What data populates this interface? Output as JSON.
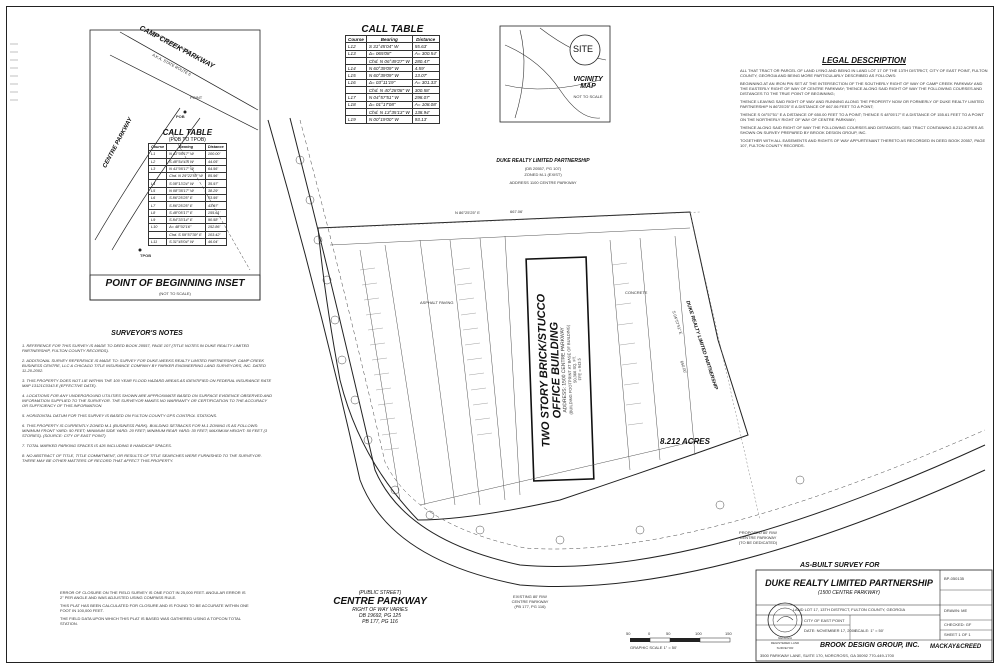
{
  "call_table_main": {
    "title": "CALL TABLE",
    "headers": [
      "Course",
      "Bearing",
      "Distance"
    ],
    "rows": [
      [
        "L12",
        "S 31°45'04\" W",
        "55.63'"
      ],
      [
        "L13",
        "Δ= 065'08\"",
        "A= 300.54'"
      ],
      [
        "",
        "Chd. N 06°49'27\" W",
        "280.47'"
      ],
      [
        "L14",
        "N 60°39'09\" W",
        "4.59'"
      ],
      [
        "L15",
        "N 60°39'09\" W",
        "13.07'"
      ],
      [
        "L16",
        "Δ= 03°11'19\"",
        "A= 301.33'"
      ],
      [
        "",
        "Chd. N 40°28'08\" W",
        "300.58'"
      ],
      [
        "L17",
        "N 04°57'51\" W",
        "298.07'"
      ],
      [
        "L18",
        "Δ= 01°17'08\"",
        "A= 108.08'"
      ],
      [
        "",
        "Chd. N 13°35'13\" W",
        "138.94'"
      ],
      [
        "L19",
        "N 00°19'00\" W",
        "93.13'"
      ]
    ]
  },
  "call_table_inset": {
    "title": "CALL TABLE",
    "subtitle": "(POB TO TPOB)",
    "headers": [
      "Course",
      "Bearing",
      "Distance"
    ],
    "rows": [
      [
        "L1",
        "N 41°05'17\" W",
        "100.00'"
      ],
      [
        "L2",
        "S 48°54'43\" W",
        "44.05'"
      ],
      [
        "L3",
        "N 41°05'17\" W",
        "64.56'"
      ],
      [
        "",
        "Chd. N 29°22'53\" W",
        "85.96'"
      ],
      [
        "L4",
        "S 08°13'24\" W",
        "35.97'"
      ],
      [
        "L5",
        "N 08°35'17\" W",
        "38.29'"
      ],
      [
        "L6",
        "S 86°25'25\" E",
        "53.95'"
      ],
      [
        "L7",
        "S 86°25'25\" E",
        "43.97'"
      ],
      [
        "L8",
        "S 48°05'17\" E",
        "155.61'"
      ],
      [
        "L9",
        "S 84°33'14\" E",
        "90.58'"
      ],
      [
        "L10",
        "Δ= 48°02'16\"",
        "152.86'"
      ],
      [
        "",
        "Chd. S 59°57'39\" E",
        "103.42'"
      ],
      [
        "L11",
        "S 31°45'04\" W",
        "46.04'"
      ]
    ]
  },
  "inset": {
    "title": "POINT OF BEGINNING INSET",
    "subtitle": "(NOT TO SCALE)",
    "road_name": "CAMP CREEK PARKWAY",
    "road_sub": "A.K.A. STATE ROUTE 6",
    "row_note": "RIGHT OF WAY VARIES",
    "parkway": "CENTRE PARKWAY",
    "point": "POINT",
    "pob": "POB",
    "tpob": "TPOB"
  },
  "vicinity": {
    "site": "SITE",
    "map_title": "VICINITY MAP",
    "nts": "NOT TO SCALE"
  },
  "legal": {
    "title": "LEGAL DESCRIPTION",
    "paragraphs": [
      "ALL THAT TRACT OR PARCEL OF LAND LYING AND BEING IN LAND LOT 17 OF THE 13TH DISTRICT, CITY OF EAST POINT, FULTON COUNTY, GEORGIA AND BEING MORE PARTICULARLY DESCRIBED AS FOLLOWS:",
      "BEGINNING AT AN IRON PIN SET AT THE INTERSECTION OF THE SOUTHERLY RIGHT OF WAY OF CAMP CREEK PARKWAY AND THE EASTERLY RIGHT OF WAY OF CENTRE PARKWAY; THENCE ALONG SAID RIGHT OF WAY THE FOLLOWING COURSES AND DISTANCES TO THE TRUE POINT OF BEGINNING;",
      "THENCE LEAVING SAID RIGHT OF WAY AND RUNNING ALONG THE PROPERTY NOW OR FORMERLY OF DUKE REALTY LIMITED PARTNERSHIP N 86°25'25\" E A DISTANCE OF 667.06 FEET TO A POINT;",
      "THENCE S 04°57'51\" E A DISTANCE OF 650.00 FEET TO A POINT; THENCE S 48°05'17\" E A DISTANCE OF 155.61 FEET TO A POINT ON THE NORTHERLY RIGHT OF WAY OF CENTRE PARKWAY;",
      "THENCE ALONG SAID RIGHT OF WAY THE FOLLOWING COURSES AND DISTANCES; SAID TRACT CONTAINING 8.212 ACRES AS SHOWN ON SURVEY PREPARED BY BROOK DESIGN GROUP, INC.",
      "TOGETHER WITH ALL EASEMENTS AND RIGHTS OF WAY APPURTENANT THERETO AS RECORDED IN DEED BOOK 20557, PAGE 107, FULTON COUNTY RECORDS."
    ]
  },
  "notes": {
    "title": "SURVEYOR'S NOTES",
    "items": [
      "1. REFERENCE FOR THIS SURVEY IS MADE TO DEED BOOK 20557, PAGE 107 (TITLE NOTES IN DUKE REALTY LIMITED PARTNERSHIP, FULTON COUNTY RECORDS).",
      "2. ADDITIONAL SURVEY REFERENCE IS MADE TO: SURVEY FOR DUKE-WEEKS REALTY LIMITED PARTNERSHIP, CAMP CREEK BUSINESS CENTRE, LLC & CHICAGO TITLE INSURANCE COMPANY BY PARKER ENGINEERING LAND SURVEYORS, INC. DATED 11-20-2002.",
      "3. THIS PROPERTY DOES NOT LIE WITHIN THE 100 YEAR FLOOD HAZARD AREAS AS IDENTIFIED ON FEDERAL INSURANCE RATE MAP 13121C0343 E (EFFECTIVE DATE).",
      "4. LOCATIONS FOR ANY UNDERGROUND UTILITIES SHOWN ARE APPROXIMATE BASED ON SURFACE EVIDENCE OBSERVED AND INFORMATION SUPPLIED TO THE SURVEYOR. THE SURVEYOR MAKES NO WARRANTY OR CERTIFICATION TO THE ACCURACY OR SUFFICIENCY OF THIS INFORMATION.",
      "5. HORIZONTAL DATUM FOR THIS SURVEY IS BASED ON FULTON COUNTY GPS CONTROL STATIONS.",
      "6. THIS PROPERTY IS CURRENTLY ZONED M-1 (BUSINESS PARK). BUILDING SETBACKS FOR M-1 ZONING IS AS FOLLOWS: MINIMUM FRONT YARD: 50 FEET; MINIMUM SIDE YARD: 20 FEET; MINIMUM REAR YARD: 30 FEET; MAXIMUM HEIGHT: 50 FEET (3 STORIES). (SOURCE: CITY OF EAST POINT)",
      "7. TOTAL MARKED PARKING SPACES IS 426 INCLUDING 8 HANDICAP SPACES.",
      "8. NO ABSTRACT OF TITLE, TITLE COMMITMENT, OR RESULTS OF TITLE SEARCHES WERE FURNISHED TO THE SURVEYOR. THERE MAY BE OTHER MATTERS OF RECORD THAT AFFECT THIS PROPERTY."
    ]
  },
  "plan": {
    "north_owner": "DUKE REALTY LIMITED PARTNERSHIP",
    "north_owner_ref1": "(DB 20557, PG 107)",
    "north_owner_ref2": "ZONED M-1 (EXIST)",
    "north_owner_addr": "ADDRESS 1100 CENTRE PARKWAY",
    "north_bearing": "N 86°25'25\" E",
    "north_dist": "667.06'",
    "east_owner": "DUKE REALTY LIMITED PARTNERSHIP",
    "east_bearing": "S 04°57'51\" E",
    "east_dist": "650.00'",
    "building_line1": "TWO STORY BRICK/STUCCO",
    "building_line2": "OFFICE BUILDING",
    "building_addr": "ADDRESS: 1500 CENTRE PARKWAY",
    "building_note": "(BUILDING FOOTPRINT AT BASE OF BUILDING)",
    "building_area": "50,366 SQ. FT.",
    "building_ffe": "FFE = 943.5",
    "acres": "8.212 ACRES",
    "street_type": "(PUBLIC STREET)",
    "street_name": "CENTRE PARKWAY",
    "street_row": "RIGHT OF WAY VARIES",
    "street_db": "DB 19692, PG 125",
    "street_pb": "PB 177, PG 116",
    "existing_row": "EXISTING 80' R/W",
    "existing_street": "CENTRE PARKWAY",
    "existing_ref": "(PB 177, PG 116)",
    "proposed_row": "PROPOSED 80' R/W",
    "proposed_street": "CENTRE PARKWAY",
    "proposed_ref": "(TO BE DEDICATED)",
    "asphalt": "ASPHALT PAVING",
    "concrete": "CONCRETE"
  },
  "scale_bar": {
    "labels": [
      "50",
      "0",
      "50",
      "100",
      "150"
    ],
    "caption": "GRAPHIC SCALE  1\" = 50'"
  },
  "title_block": {
    "survey_for": "AS-BUILT SURVEY FOR",
    "client": "DUKE REALTY LIMITED PARTNERSHIP",
    "client_addr": "(1500 CENTRE PARKWAY)",
    "location": "LAND LOT 17, 13TH DISTRICT, FULTON COUNTY, GEORGIA",
    "city": "CITY OF EAST POINT",
    "date": "DATE: NOVEMBER 17, 2006",
    "scale": "SCALE: 1\" = 50'",
    "firm": "BROOK DESIGN GROUP, INC.",
    "firm_addr": "3500 PARKWAY LANE, SUITE 170, NORCROSS, GA 30092  770-449-1700",
    "logo_text": "MACKAY&CREED",
    "job": "BP-050135",
    "drawn": "DRAWN: ME",
    "checked": "CHECKED: GF",
    "sheet": "SHEET 1 OF 1"
  },
  "seal": {
    "text": "GEORGIA REGISTERED LAND SURVEYOR"
  },
  "small_notes": [
    "ERROR OF CLOSURE ON THE FIELD SURVEY IS ONE FOOT IN 25,000 FEET. ANGULAR ERROR IS 2\" PER ANGLE AND WAS ADJUSTED USING COMPASS RULE.",
    "THIS PLAT HAS BEEN CALCULATED FOR CLOSURE AND IS FOUND TO BE ACCURATE WITHIN ONE FOOT IN 100,000 FEET.",
    "THE FIELD DATA UPON WHICH THIS PLAT IS BASED WAS GATHERED USING A TOPCON TOTAL STATION."
  ]
}
